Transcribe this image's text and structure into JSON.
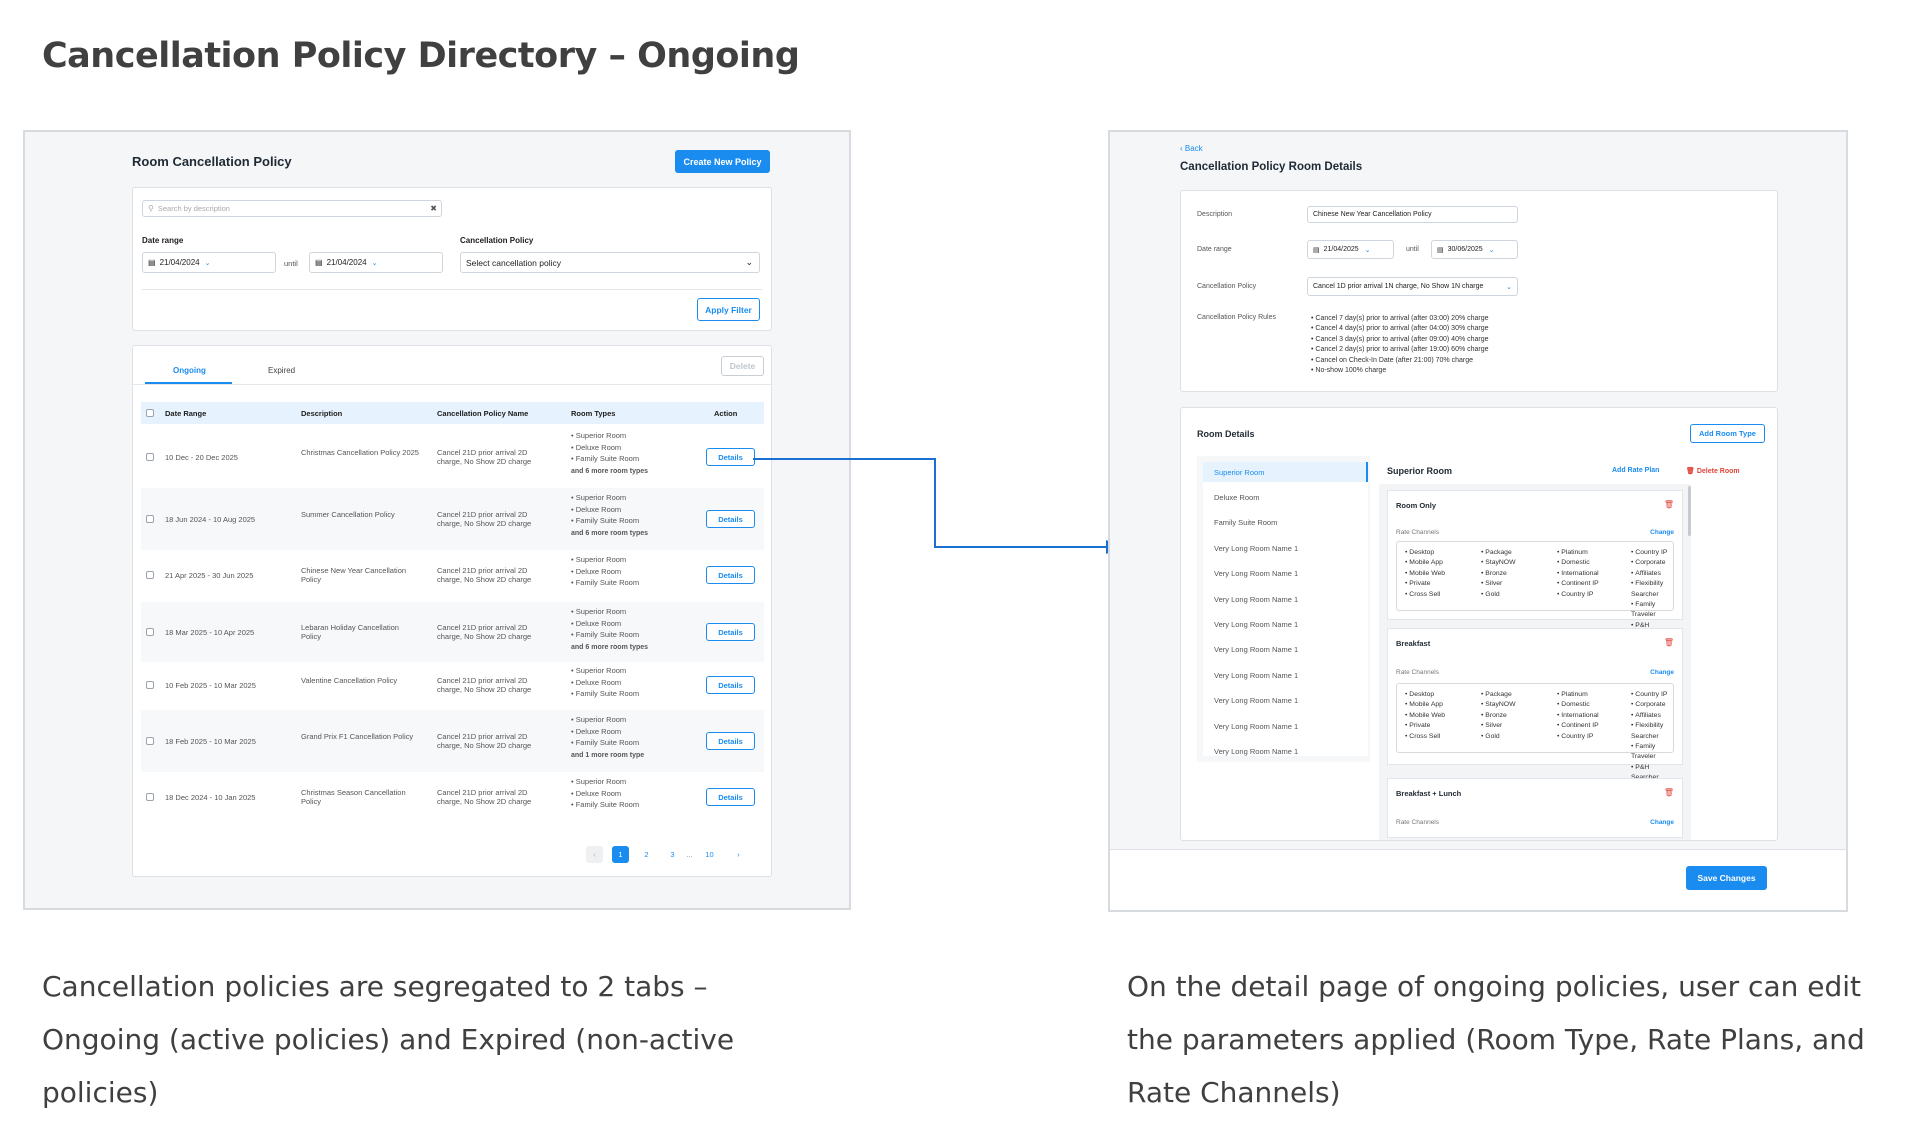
{
  "heading": "Cancellation Policy Directory – Ongoing",
  "caption_left": "Cancellation policies are segregated to 2 tabs – Ongoing (active policies) and Expired (non-active policies)",
  "caption_right": "On the detail page of ongoing policies, user can edit the parameters applied (Room Type, Rate Plans, and Rate Channels)",
  "left": {
    "title": "Room Cancellation Policy",
    "create_button": "Create New Policy",
    "search_placeholder": "Search by description",
    "date_range_label": "Date range",
    "date_from": "21/04/2024",
    "until": "until",
    "date_to": "21/04/2024",
    "policy_label": "Cancellation Policy",
    "policy_select": "Select cancellation policy",
    "apply_filter": "Apply Filter",
    "tabs": [
      "Ongoing",
      "Expired"
    ],
    "delete": "Delete",
    "columns": [
      "Date Range",
      "Description",
      "Cancellation Policy Name",
      "Room Types",
      "Action"
    ],
    "rows": [
      {
        "date": "10 Dec - 20 Dec 2025",
        "desc": "Christmas Cancellation Policy 2025",
        "policy": "Cancel 21D prior arrival 2D charge, No Show 2D charge",
        "rooms": [
          "Superior Room",
          "Deluxe Room",
          "Family Suite Room"
        ],
        "more": "and 6 more room types",
        "action": "Details"
      },
      {
        "date": "18 Jun 2024 - 10 Aug 2025",
        "desc": "Summer Cancellation Policy",
        "policy": "Cancel 21D prior arrival 2D charge, No Show 2D charge",
        "rooms": [
          "Superior Room",
          "Deluxe Room",
          "Family Suite Room"
        ],
        "more": "and 6 more room types",
        "action": "Details"
      },
      {
        "date": "21 Apr 2025 - 30 Jun 2025",
        "desc": "Chinese New Year Cancellation Policy",
        "policy": "Cancel 21D prior arrival 2D charge, No Show 2D charge",
        "rooms": [
          "Superior Room",
          "Deluxe Room",
          "Family Suite Room"
        ],
        "more": "",
        "action": "Details"
      },
      {
        "date": "18 Mar 2025 - 10 Apr 2025",
        "desc": "Lebaran Holiday Cancellation Policy",
        "policy": "Cancel 21D prior arrival 2D charge, No Show 2D charge",
        "rooms": [
          "Superior Room",
          "Deluxe Room",
          "Family Suite Room"
        ],
        "more": "and 6 more room types",
        "action": "Details"
      },
      {
        "date": "10 Feb 2025 - 10 Mar 2025",
        "desc": "Valentine Cancellation Policy",
        "policy": "Cancel 21D prior arrival 2D charge, No Show 2D charge",
        "rooms": [
          "Superior Room",
          "Deluxe Room",
          "Family Suite Room"
        ],
        "more": "",
        "action": "Details"
      },
      {
        "date": "18 Feb 2025 - 10 Mar 2025",
        "desc": "Grand Prix F1 Cancellation Policy",
        "policy": "Cancel 21D prior arrival 2D charge, No Show 2D charge",
        "rooms": [
          "Superior Room",
          "Deluxe Room",
          "Family Suite Room"
        ],
        "more": "and 1 more room type",
        "action": "Details"
      },
      {
        "date": "18 Dec 2024 - 10 Jan 2025",
        "desc": "Christmas Season Cancellation Policy",
        "policy": "Cancel 21D prior arrival 2D charge, No Show 2D charge",
        "rooms": [
          "Superior Room",
          "Deluxe Room",
          "Family Suite Room"
        ],
        "more": "",
        "action": "Details"
      }
    ],
    "pagination": [
      "1",
      "2",
      "3",
      "...",
      "10"
    ]
  },
  "right": {
    "back": "Back",
    "title": "Cancellation Policy Room Details",
    "description_label": "Description",
    "description_value": "Chinese New Year Cancellation Policy",
    "date_range_label": "Date range",
    "date_from": "21/04/2025",
    "until": "until",
    "date_to": "30/06/2025",
    "policy_label": "Cancellation Policy",
    "policy_value": "Cancel 1D prior arrival 1N charge, No Show 1N charge",
    "rules_label": "Cancellation Policy Rules",
    "rules": [
      "Cancel 7 day(s) prior to arrival (after 03:00) 20% charge",
      "Cancel 4 day(s) prior to arrival (after 04:00) 30% charge",
      "Cancel 3 day(s) prior to arrival (after 09:00) 40% charge",
      "Cancel 2 day(s) prior to arrival (after 19:00) 60% charge",
      "Cancel on Check-In Date (after 21:00) 70% charge",
      "No-show 100% charge"
    ],
    "room_details": "Room Details",
    "add_room_type": "Add Room Type",
    "room_list": [
      "Superior Room",
      "Deluxe Room",
      "Family Suite Room",
      "Very Long Room Name 1",
      "Very Long Room Name 1",
      "Very Long Room Name 1",
      "Very Long Room Name 1",
      "Very Long Room Name 1",
      "Very Long Room Name 1",
      "Very Long Room Name 1",
      "Very Long Room Name 1",
      "Very Long Room Name 1"
    ],
    "selected_room": "Superior Room",
    "add_rate_plan": "Add Rate Plan",
    "delete_room": "Delete Room",
    "rate_channels_label": "Rate Channels",
    "change": "Change",
    "rate_plans": [
      {
        "name": "Room Only",
        "channels": [
          [
            "Desktop",
            "Mobile App",
            "Mobile Web",
            "Private",
            "Cross Sell"
          ],
          [
            "Package",
            "StayNOW",
            "Bronze",
            "Silver",
            "Gold"
          ],
          [
            "Platinum",
            "Domestic",
            "International",
            "Continent IP",
            "Country IP"
          ],
          [
            "Country IP",
            "Corporate",
            "Affiliates",
            "Flexibility Searcher",
            "Family Traveler",
            "P&H Searcher"
          ]
        ]
      },
      {
        "name": "Breakfast",
        "channels": [
          [
            "Desktop",
            "Mobile App",
            "Mobile Web",
            "Private",
            "Cross Sell"
          ],
          [
            "Package",
            "StayNOW",
            "Bronze",
            "Silver",
            "Gold"
          ],
          [
            "Platinum",
            "Domestic",
            "International",
            "Continent IP",
            "Country IP"
          ],
          [
            "Country IP",
            "Corporate",
            "Affiliates",
            "Flexibility Searcher",
            "Family Traveler",
            "P&H Searcher"
          ]
        ]
      },
      {
        "name": "Breakfast + Lunch"
      }
    ],
    "save": "Save Changes"
  },
  "colors": {
    "accent": "#1a8cf0",
    "danger": "#e0453a",
    "panel_bg": "#f5f6f8"
  }
}
